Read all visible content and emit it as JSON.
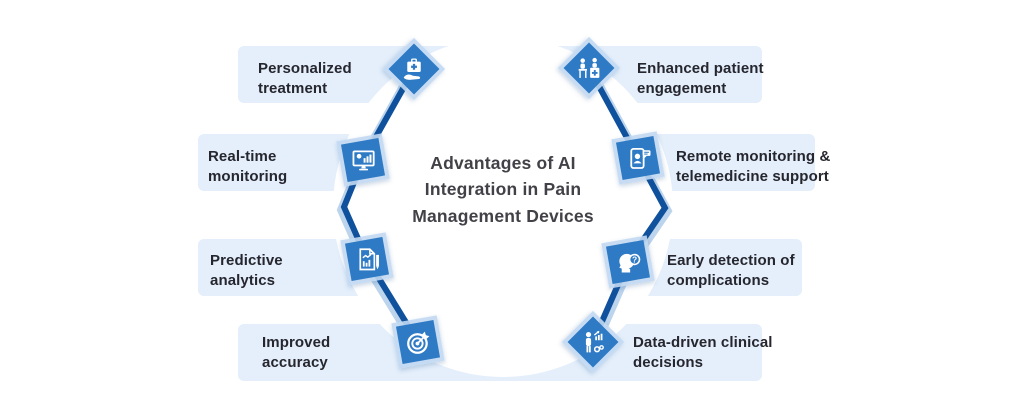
{
  "title": {
    "line1": "Advantages of AI",
    "line2": "Integration in Pain",
    "line3": "Management Devices"
  },
  "items": [
    {
      "side": "left",
      "label": "Personalized treatment",
      "label_line1": "Personalized",
      "label_line2": "treatment",
      "icon": "first-aid-hand-icon"
    },
    {
      "side": "left",
      "label": "Real-time monitoring",
      "label_line1": "Real-time",
      "label_line2": "monitoring",
      "icon": "monitor-chart-icon"
    },
    {
      "side": "left",
      "label": "Predictive analytics",
      "label_line1": "Predictive",
      "label_line2": "analytics",
      "icon": "report-pencil-icon"
    },
    {
      "side": "left",
      "label": "Improved accuracy",
      "label_line1": "Improved",
      "label_line2": "accuracy",
      "icon": "target-dart-icon"
    },
    {
      "side": "right",
      "label": "Enhanced patient engagement",
      "label_line1": "Enhanced patient",
      "label_line2": "engagement",
      "icon": "patient-reception-icon"
    },
    {
      "side": "right",
      "label": "Remote monitoring & telemedicine support",
      "label_line1": "Remote monitoring &",
      "label_line2": "telemedicine support",
      "icon": "telemedicine-phone-icon"
    },
    {
      "side": "right",
      "label": "Early detection of complications",
      "label_line1": "Early detection of",
      "label_line2": "complications",
      "icon": "head-question-icon"
    },
    {
      "side": "right",
      "label": "Data-driven clinical decisions",
      "label_line1": "Data-driven clinical",
      "label_line2": "decisions",
      "icon": "clinician-analytics-icon"
    }
  ],
  "colors": {
    "band_background": "#e4effb",
    "diamond_fill": "#2e7ac4",
    "diamond_frame": "#c1d8f2",
    "connector_dark": "#0f519c",
    "connector_light": "#bcd4ec",
    "title_text": "#414147",
    "label_text": "#26262e",
    "icon_color": "#ffffff"
  }
}
